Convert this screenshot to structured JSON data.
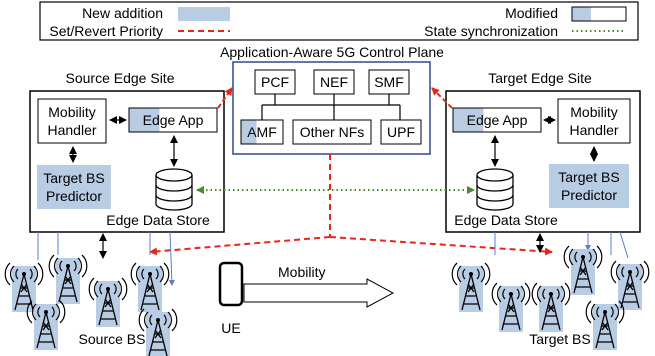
{
  "legend": {
    "new_addition": "New addition",
    "modified": "Modified",
    "set_revert_priority": "Set/Revert Priority",
    "state_sync": "State synchronization"
  },
  "control_plane": {
    "title": "Application-Aware 5G Control Plane",
    "pcf": "PCF",
    "nef": "NEF",
    "smf": "SMF",
    "amf": "AMF",
    "other_nfs": "Other NFs",
    "upf": "UPF"
  },
  "source_site": {
    "title": "Source Edge Site",
    "mobility_handler_1": "Mobility",
    "mobility_handler_2": "Handler",
    "edge_app": "Edge App",
    "predictor_1": "Target BS",
    "predictor_2": "Predictor",
    "data_store": "Edge Data Store"
  },
  "target_site": {
    "title": "Target Edge Site",
    "mobility_handler_1": "Mobility",
    "mobility_handler_2": "Handler",
    "edge_app": "Edge App",
    "predictor_1": "Target BS",
    "predictor_2": "Predictor",
    "data_store": "Edge Data Store"
  },
  "ue": {
    "label": "UE",
    "mobility": "Mobility"
  },
  "source_bs": "Source BS",
  "target_bs": "Target BS",
  "colors": {
    "new_fill": "#b8cce4",
    "red_dashed": "#e8251c",
    "green_dotted": "#4a8a2a",
    "border": "#000000",
    "cp_border": "#2e4a8c"
  }
}
